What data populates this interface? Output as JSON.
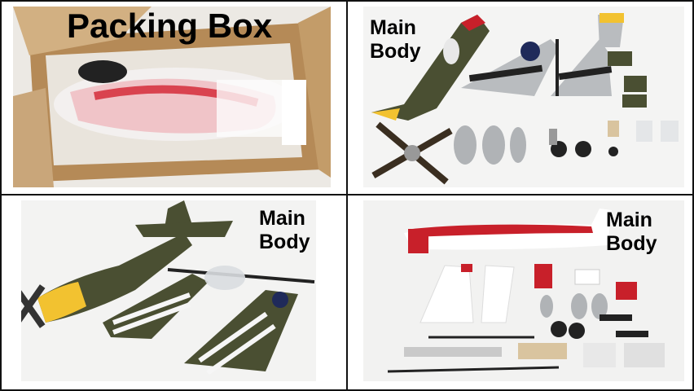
{
  "panels": [
    {
      "caption": "Packing Box"
    },
    {
      "caption": "Main\nBody"
    },
    {
      "caption": "Main\nBody"
    },
    {
      "caption": "Main\nBody"
    }
  ],
  "colors": {
    "border": "#111111",
    "cardboard": "#c9a67a",
    "olive": "#4a4f32",
    "silver": "#b9bcbf",
    "red": "#c8202a",
    "yellow": "#f2c230"
  }
}
